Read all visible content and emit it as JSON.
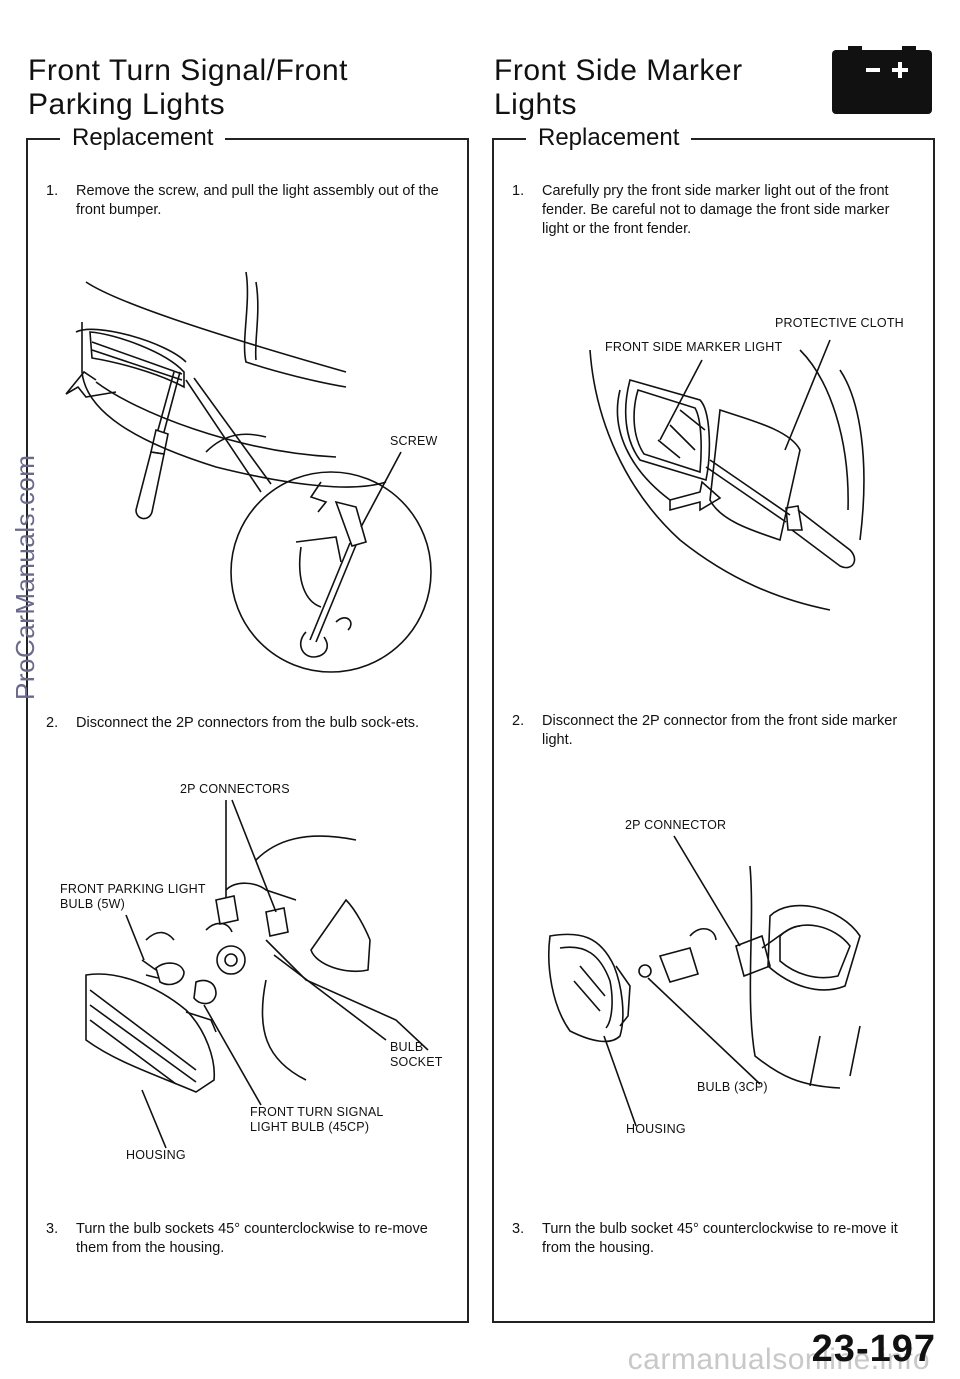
{
  "left": {
    "title_line1": "Front Turn Signal/Front",
    "title_line2": "Parking  Lights",
    "section": "Replacement",
    "steps": [
      {
        "num": "1.",
        "text": "Remove the screw, and pull the light assembly out of the front bumper."
      },
      {
        "num": "2.",
        "text": "Disconnect the 2P connectors from the bulb sock-ets."
      },
      {
        "num": "3.",
        "text": "Turn the bulb sockets 45° counterclockwise to re-move them from the housing."
      }
    ],
    "callouts": {
      "screw": "SCREW",
      "connectors": "2P CONNECTORS",
      "parking_bulb_1": "FRONT PARKING LIGHT",
      "parking_bulb_2": "BULB (5W)",
      "socket_1": "BULB",
      "socket_2": "SOCKET",
      "turn_bulb_1": "FRONT TURN SIGNAL",
      "turn_bulb_2": "LIGHT BULB (45CP)",
      "housing": "HOUSING"
    }
  },
  "right": {
    "title_line1": "Front Side Marker",
    "title_line2": "Lights",
    "section": "Replacement",
    "steps": [
      {
        "num": "1.",
        "text": "Carefully pry the front side marker light out of the front fender. Be careful not to damage the front side marker light or the front fender."
      },
      {
        "num": "2.",
        "text": "Disconnect the 2P connector from the front side marker light."
      },
      {
        "num": "3.",
        "text": "Turn the bulb socket 45° counterclockwise to re-move it from the housing."
      }
    ],
    "callouts": {
      "cloth": "PROTECTIVE CLOTH",
      "marker": "FRONT SIDE MARKER LIGHT",
      "connector": "2P CONNECTOR",
      "bulb": "BULB (3CP)",
      "housing": "HOUSING"
    }
  },
  "watermark": "ProCarManuals.com",
  "page_number": "23-197",
  "footer_site": "carmanualsonline.info",
  "icon": "battery-icon"
}
